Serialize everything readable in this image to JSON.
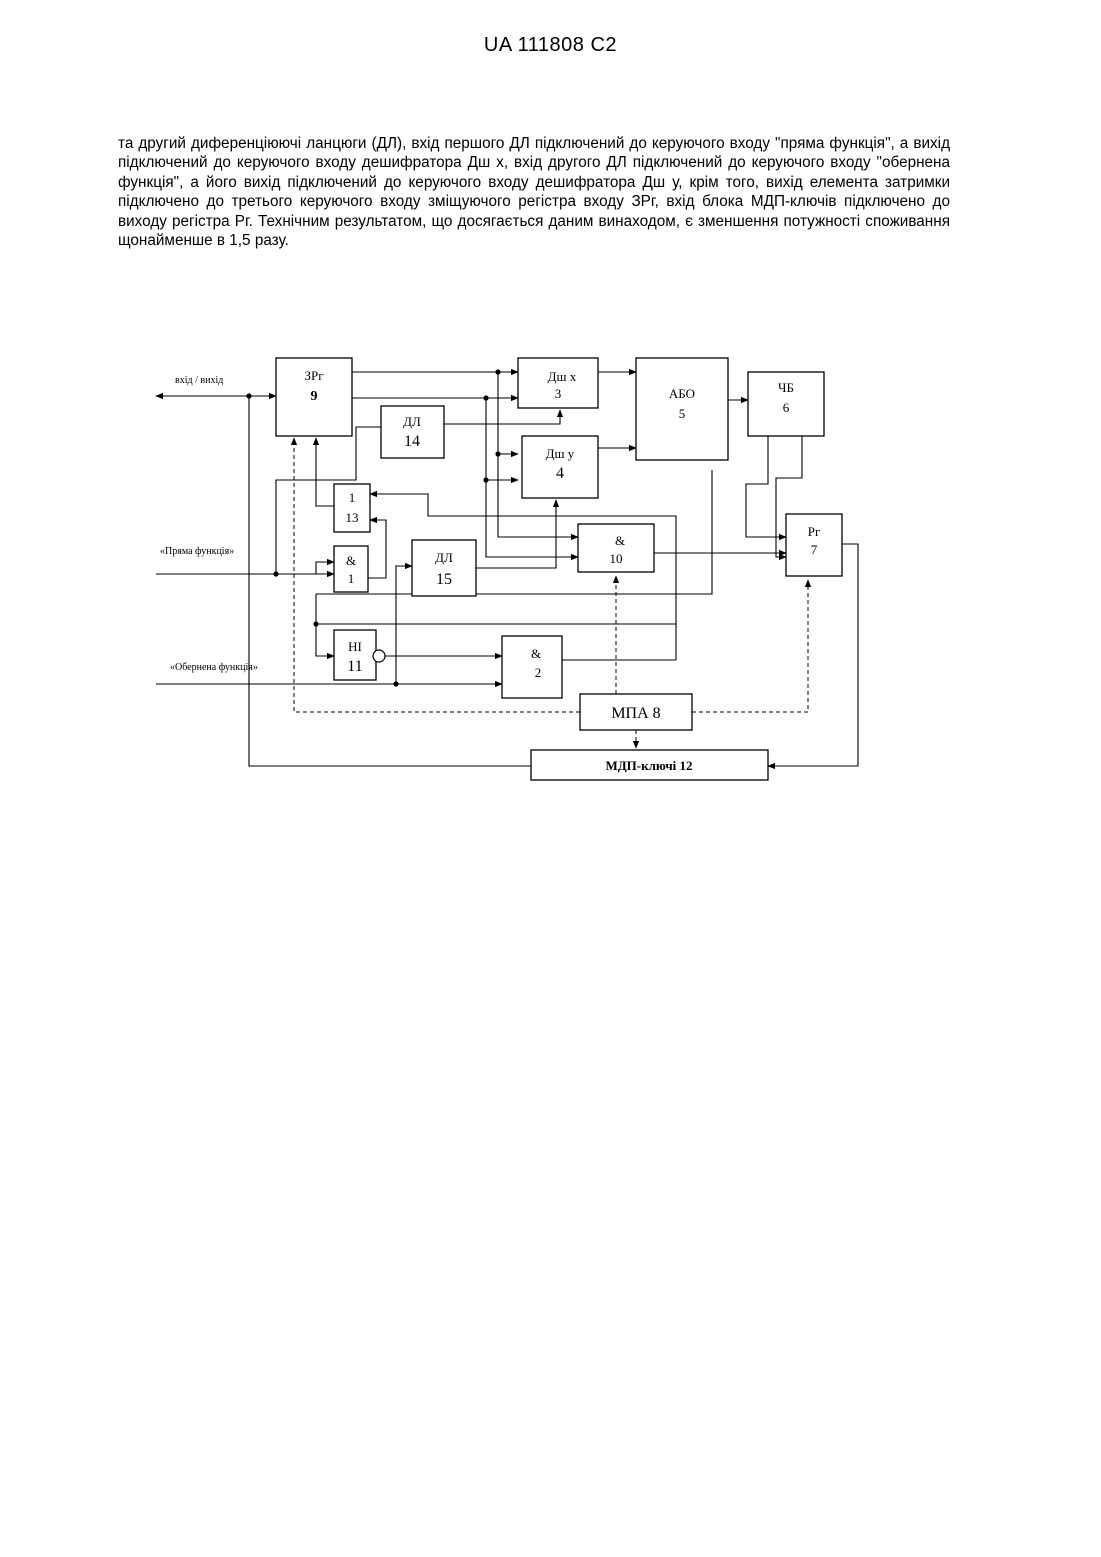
{
  "header": "UA   111808   C2",
  "paragraph": "та другий диференціюючі ланцюги (ДЛ), вхід першого ДЛ підключений до керуючого входу \"пряма функція\", а вихід підключений до керуючого входу дешифратора Дш х, вхід другого ДЛ підключений до керуючого входу \"обернена функція\", а його вихід підключений до керуючого входу дешифратора Дш у, крім того, вихід елемента затримки підключено до третього керуючого входу зміщуючого регістра входу ЗРг, вхід блока МДП-ключів підключено до виходу регістра Рг. Технічним результатом, що досягається даним винаходом, є зменшення потужності споживання щонайменше в 1,5 разу.",
  "diagram": {
    "inputs": {
      "io": "вхід / вихід",
      "direct": "«Пряма функція»",
      "inverse": "«Обернена функція»"
    },
    "blocks": {
      "zrg": {
        "name": "ЗРг",
        "num": "9"
      },
      "dl14": {
        "name": "ДЛ",
        "num": "14"
      },
      "dshx": {
        "name": "Дш х",
        "num": "3"
      },
      "dshy": {
        "name": "Дш у",
        "num": "4"
      },
      "abo": {
        "name": "АБО",
        "num": "5"
      },
      "chb": {
        "name": "ЧБ",
        "num": "6"
      },
      "or13": {
        "name": "1",
        "num": "13"
      },
      "and1": {
        "name": "&",
        "num": "1"
      },
      "dl15": {
        "name": "ДЛ",
        "num": "15"
      },
      "and10": {
        "name": "&",
        "num": "10"
      },
      "rg": {
        "name": "Рг",
        "num": "7"
      },
      "ni11": {
        "name": "НІ",
        "num": "11"
      },
      "and2": {
        "name": "&",
        "num": "2"
      },
      "mpa": {
        "name": "МПА 8"
      },
      "mdp": {
        "name": "МДП-ключі   12"
      }
    }
  }
}
